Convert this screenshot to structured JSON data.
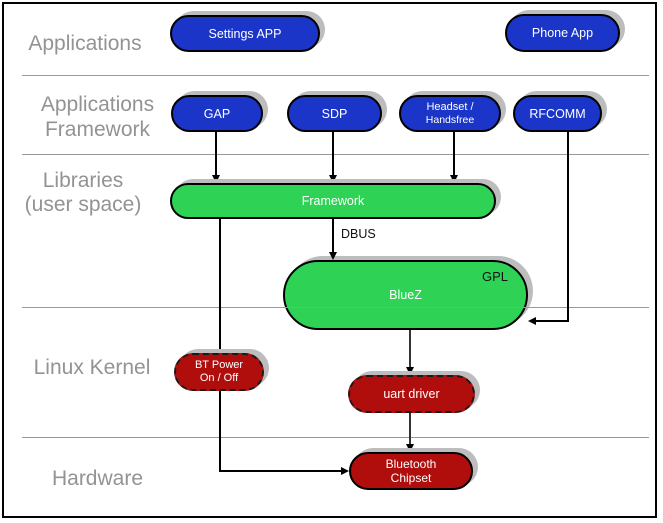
{
  "diagram": {
    "title": "Bluetooth software stack layers diagram",
    "layers": {
      "applications": "Applications",
      "applications_framework": "Applications\nFramework",
      "libraries": "Libraries\n(user space)",
      "linux_kernel": "Linux Kernel",
      "hardware": "Hardware"
    },
    "nodes": {
      "settings_app": "Settings APP",
      "phone_app": "Phone App",
      "gap": "GAP",
      "sdp": "SDP",
      "headset_line1": "Headset /",
      "headset_line2": "Handsfree",
      "rfcomm": "RFCOMM",
      "framework": "Framework",
      "bluez": "BlueZ",
      "gpl": "GPL",
      "bt_power_line1": "BT Power",
      "bt_power_line2": "On / Off",
      "uart_driver": "uart driver",
      "bluetooth_chipset_line1": "Bluetooth",
      "bluetooth_chipset_line2": "Chipset"
    },
    "edge_labels": {
      "dbus": "DBUS"
    },
    "colors": {
      "application_node_blue": "#1a35c8",
      "library_node_green": "#2ed355",
      "kernel_node_red": "#b00d0d",
      "layer_label_gray": "#939393",
      "divider_gray": "#999999",
      "shadow_gray": "#bdbdbd",
      "outline_black": "#000000"
    }
  }
}
